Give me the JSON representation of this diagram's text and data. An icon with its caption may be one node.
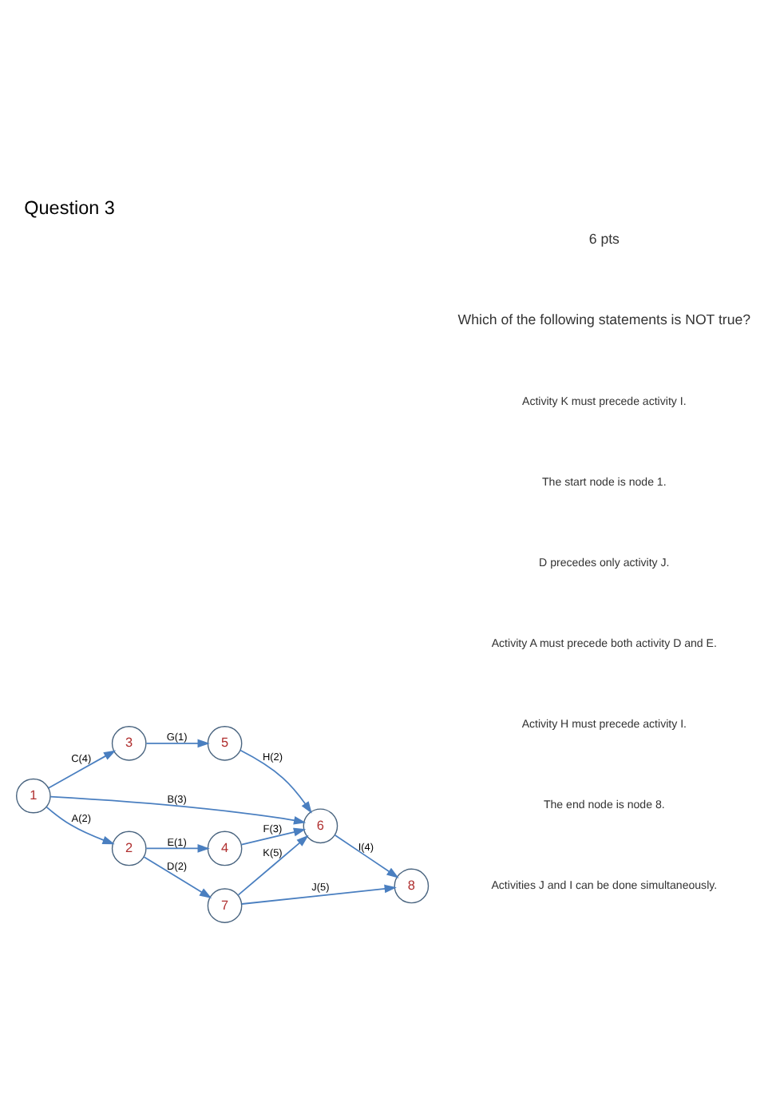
{
  "diagram": {
    "title": "Question 3",
    "nodes": [
      {
        "text": [
          "1"
        ]
      },
      {
        "text": [
          "2"
        ]
      },
      {
        "text": [
          "3"
        ]
      },
      {
        "text": [
          "4"
        ]
      },
      {
        "text": [
          "5"
        ]
      },
      {
        "text": [
          "6"
        ]
      },
      {
        "text": [
          "7"
        ]
      },
      {
        "text": [
          "8"
        ]
      }
    ],
    "edges": [
      {
        "from": 0,
        "to": 1,
        "arrow": "to",
        "label": "A(2)"
      },
      {
        "from": 1,
        "to": 6,
        "arrow": "to",
        "label": "D(2)"
      },
      {
        "from": 1,
        "to": 3,
        "arrow": "to",
        "label": "E(1)"
      },
      {
        "from": 6,
        "to": 7,
        "arrow": "to",
        "label": "J(5)"
      },
      {
        "from": 6,
        "to": 5,
        "arrow": "to",
        "label": "K(5)"
      },
      {
        "from": 3,
        "to": 5,
        "arrow": "to",
        "label": "F(3)"
      },
      {
        "from": 0,
        "to": 5,
        "arrow": "to",
        "label": "B(3)"
      },
      {
        "from": 5,
        "to": 7,
        "arrow": "to",
        "label": "I(4)"
      },
      {
        "from": 0,
        "to": 2,
        "arrow": "to",
        "label": "C(4)"
      },
      {
        "from": 4,
        "to": 5,
        "arrow": "to",
        "label": "H(2)"
      },
      {
        "from": 2,
        "to": 4,
        "arrow": "to",
        "label": "G(1)"
      }
    ],
    "labels": [
      "6 pts",
      "Which of the following statements is NOT true?",
      "Activity K must precede activity I.",
      "The start node is node 1.",
      "D precedes only activity J.",
      "Activity A must precede both activity D and E.",
      "Activity H must precede activity I.",
      "The end node is node 8.",
      "Activities J and I can be done simultaneously."
    ]
  }
}
